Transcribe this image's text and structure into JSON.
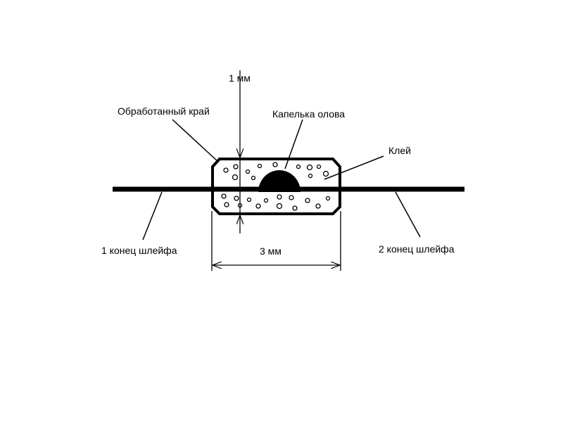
{
  "labels": {
    "dim_thickness": "1 мм",
    "processed_edge": "Обработанный край",
    "solder_drop": "Капелька олова",
    "glue": "Клей",
    "cable_end_1": "1 конец шлейфа",
    "cable_end_2": "2 конец шлейфа",
    "dim_width": "3 мм"
  },
  "colors": {
    "stroke": "#000000",
    "background": "#ffffff"
  }
}
